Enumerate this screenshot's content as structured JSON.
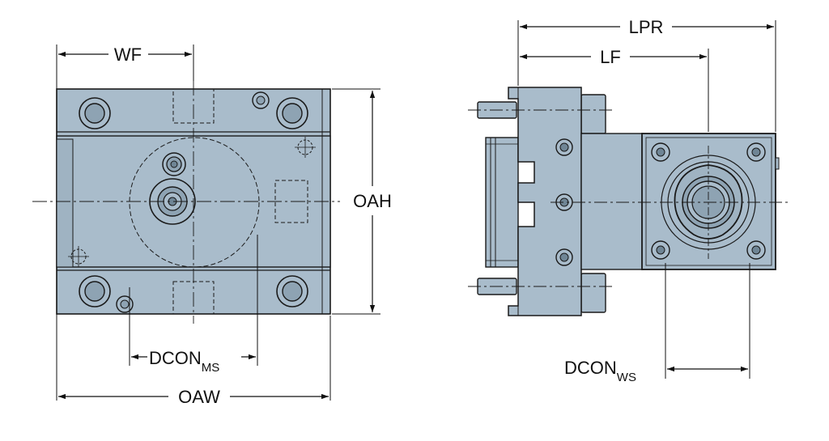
{
  "labels": {
    "wf": "WF",
    "oah": "OAH",
    "oaw": "OAW",
    "dcon_ms_main": "DCON",
    "dcon_ms_sub": "MS",
    "lpr": "LPR",
    "lf": "LF",
    "dcon_ws_main": "DCON",
    "dcon_ws_sub": "WS"
  },
  "colors": {
    "body": "#a9bccb",
    "body_dark": "#8ea3b3",
    "outline": "#1a1a1a",
    "line": "#111111",
    "background": "#ffffff"
  }
}
